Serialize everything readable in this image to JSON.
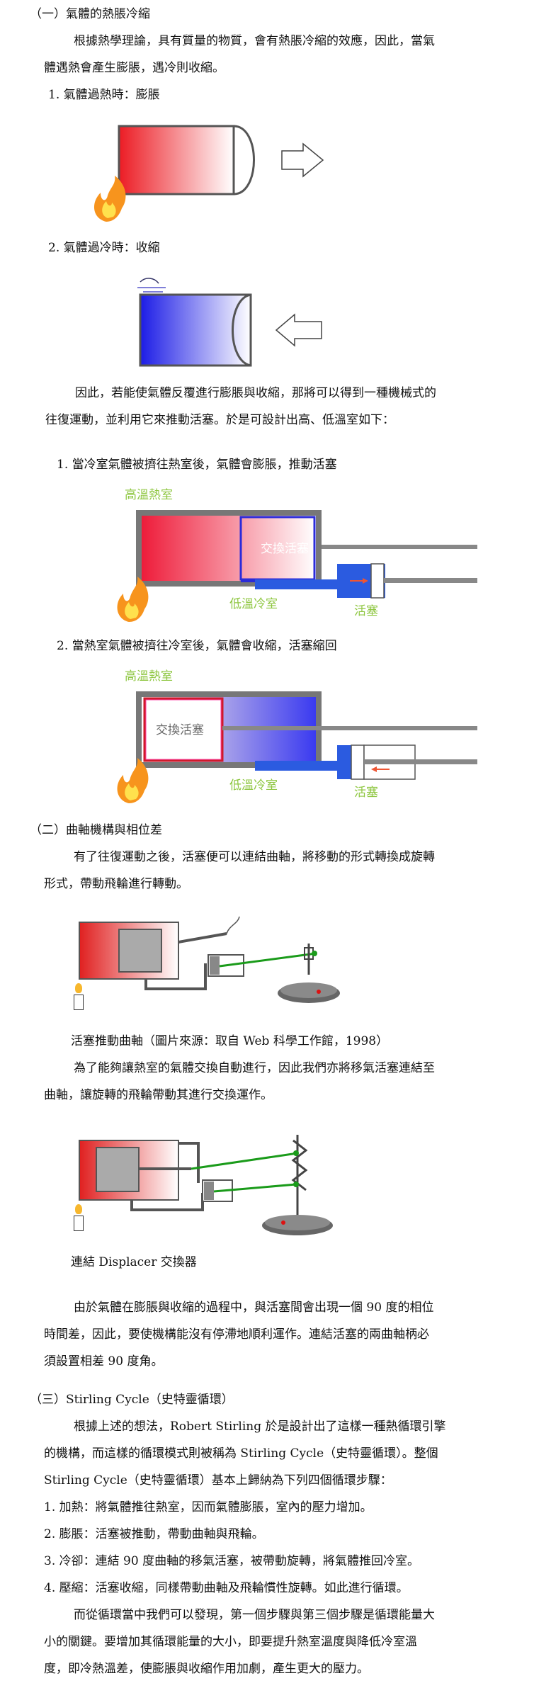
{
  "s1": {
    "heading": "（一）氣體的熱脹冷縮",
    "intro_1": "根據熱學理論，具有質量的物質，會有熱脹冷縮的效應，因此，當氣",
    "intro_2": "體遇熱會產生膨脹，遇冷則收縮。",
    "item1": "1.  氣體過熱時：膨脹",
    "item2": "2.  氣體過冷時：收縮",
    "para_1": "因此，若能使氣體反覆進行膨脹與收縮，那將可以得到一種機械式的",
    "para_2": "往復運動，並利用它來推動活塞。於是可設計出高、低溫室如下：",
    "step1": "1.  當冷室氣體被擠往熱室後，氣體會膨脹，推動活塞",
    "step2": "2.  當熱室氣體被擠往冷室後，氣體會收縮，活塞縮回"
  },
  "fig3": {
    "hot_label": "高溫熱室",
    "displacer_label": "交換活塞",
    "cold_label": "低溫冷室",
    "piston_label": "活塞"
  },
  "fig4": {
    "hot_label": "高溫熱室",
    "displacer_label": "交換活塞",
    "cold_label": "低溫冷室",
    "piston_label": "活塞"
  },
  "s2": {
    "heading": "（二）曲軸機構與相位差",
    "para1_1": "有了往復運動之後，活塞便可以連結曲軸，將移動的形式轉換成旋轉",
    "para1_2": "形式，帶動飛輪進行轉動。",
    "caption1": "活塞推動曲軸（圖片來源：取自 Web 科學工作館，1998）",
    "para2_1": "為了能夠讓熱室的氣體交換自動進行，因此我們亦將移氣活塞連結至",
    "para2_2": "曲軸，讓旋轉的飛輪帶動其進行交換運作。",
    "caption2": "連結 Displacer 交換器",
    "para3_1": "由於氣體在膨脹與收縮的過程中，與活塞間會出現一個 90 度的相位",
    "para3_2": "時間差，因此，要使機構能沒有停滯地順利運作。連結活塞的兩曲軸柄必",
    "para3_3": "須設置相差 90 度角。"
  },
  "s3": {
    "heading": "（三）Stirling Cycle（史特靈循環）",
    "para1_1": "根據上述的想法，Robert Stirling 於是設計出了這樣一種熱循環引擎",
    "para1_2": "的機構，而這樣的循環模式則被稱為 Stirling Cycle（史特靈循環）。整個",
    "para1_3": "Stirling Cycle（史特靈循環）基本上歸納為下列四個循環步驟：",
    "steps": [
      "1.  加熱：將氣體推往熱室，因而氣體膨脹，室內的壓力增加。",
      "2.  膨脹：活塞被推動，帶動曲軸與飛輪。",
      "3.  冷卻：連結 90 度曲軸的移氣活塞，被帶動旋轉，將氣體推回冷室。",
      "4.  壓縮：活塞收縮，同樣帶動曲軸及飛輪慣性旋轉。如此進行循環。"
    ],
    "para2_1": "而從循環當中我們可以發現，第一個步驟與第三個步驟是循環能量大",
    "para2_2": "小的關鍵。要增加其循環能量的大小，即要提升熱室溫度與降低冷室溫",
    "para2_3": "度，即冷熱溫差，使膨脹與收縮作用加劇，產生更大的壓力。"
  }
}
